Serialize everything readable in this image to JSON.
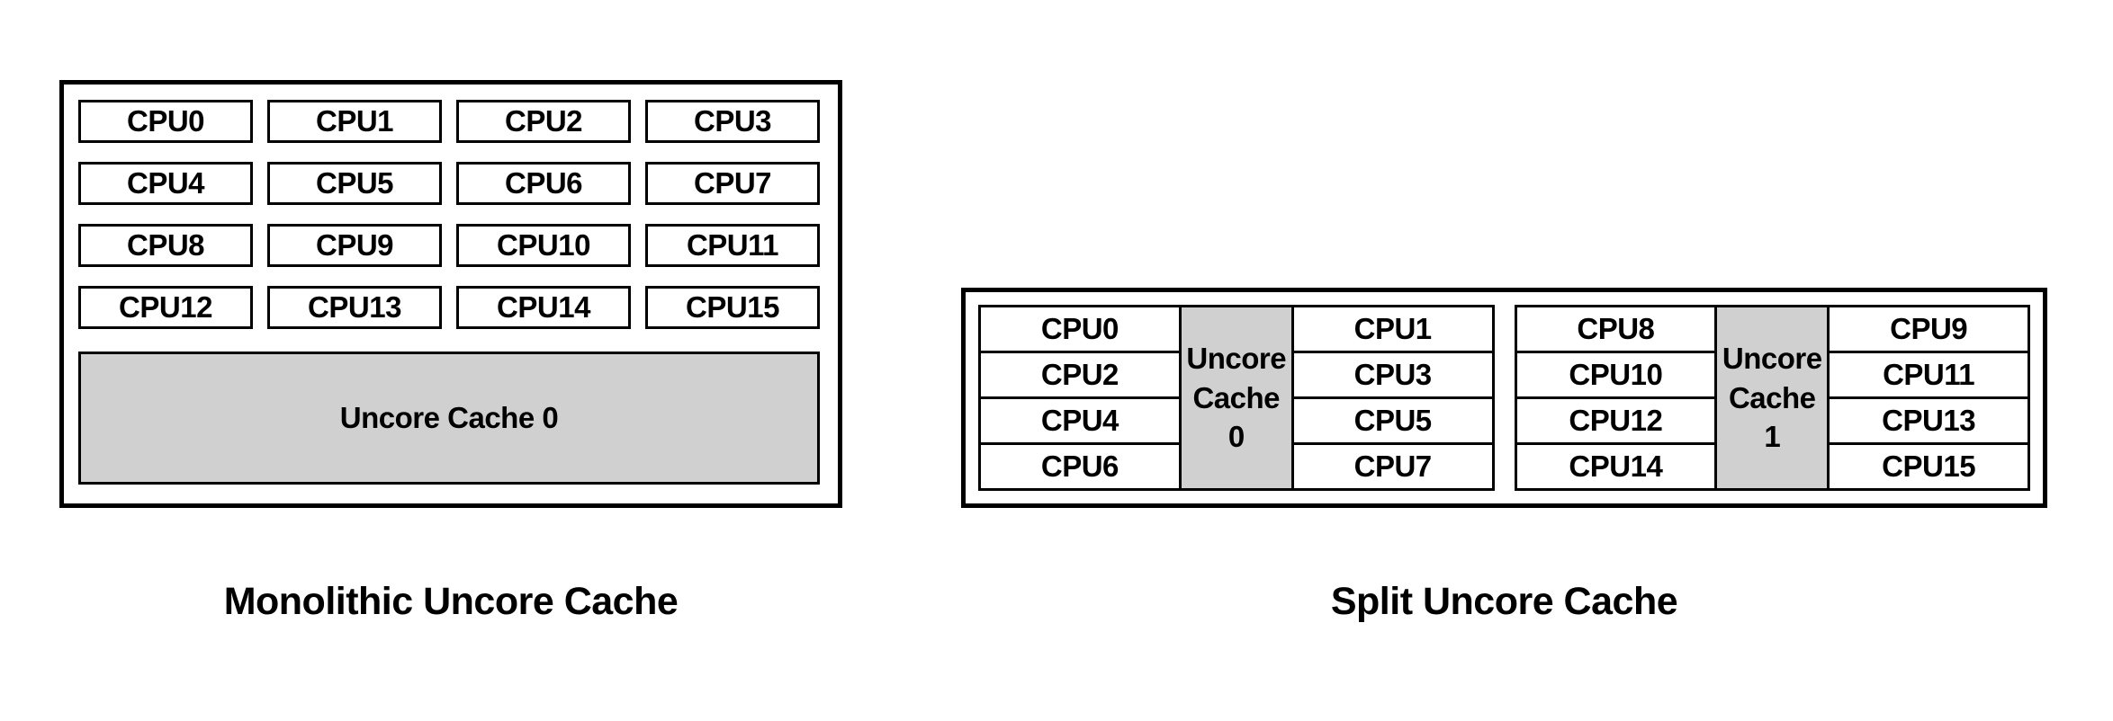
{
  "figure": {
    "background_color": "#ffffff",
    "border_color": "#000000",
    "cache_fill_color": "#d0d0d0",
    "cpu_fill_color": "#ffffff"
  },
  "monolithic": {
    "caption": "Monolithic Uncore Cache",
    "cpu_rows": [
      [
        "CPU0",
        "CPU1",
        "CPU2",
        "CPU3"
      ],
      [
        "CPU4",
        "CPU5",
        "CPU6",
        "CPU7"
      ],
      [
        "CPU8",
        "CPU9",
        "CPU10",
        "CPU11"
      ],
      [
        "CPU12",
        "CPU13",
        "CPU14",
        "CPU15"
      ]
    ],
    "cache_label": "Uncore Cache 0"
  },
  "split": {
    "caption": "Split Uncore Cache",
    "groups": [
      {
        "left_column": [
          "CPU0",
          "CPU2",
          "CPU4",
          "CPU6"
        ],
        "cache_line1": "Uncore",
        "cache_line2": "Cache",
        "cache_line3": "0",
        "right_column": [
          "CPU1",
          "CPU3",
          "CPU5",
          "CPU7"
        ]
      },
      {
        "left_column": [
          "CPU8",
          "CPU10",
          "CPU12",
          "CPU14"
        ],
        "cache_line1": "Uncore",
        "cache_line2": "Cache",
        "cache_line3": "1",
        "right_column": [
          "CPU9",
          "CPU11",
          "CPU13",
          "CPU15"
        ]
      }
    ]
  }
}
